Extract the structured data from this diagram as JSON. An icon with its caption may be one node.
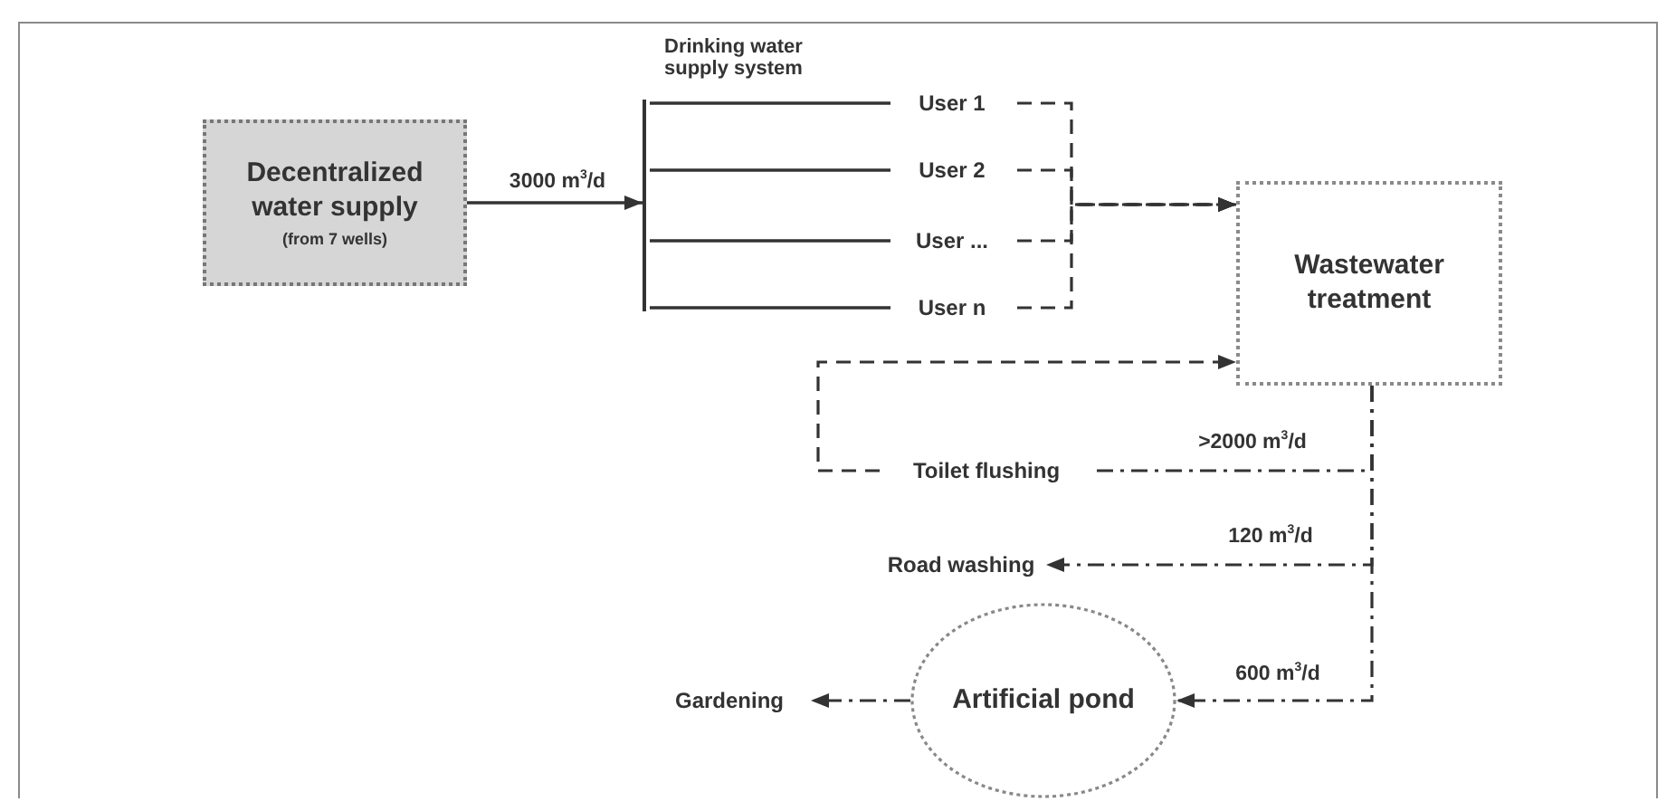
{
  "diagram": {
    "nodes": [
      {
        "text": [
          "Decentralized water supply",
          "(from 7 wells)"
        ]
      },
      {
        "text": [],
        "shape": "bar",
        "beside": [
          "Drinking water supply system"
        ]
      },
      {
        "text": [
          "User 1"
        ]
      },
      {
        "text": [
          "User 2"
        ]
      },
      {
        "text": [
          "User ..."
        ]
      },
      {
        "text": [
          "User n"
        ]
      },
      {
        "text": [
          "Wastewater treatment"
        ]
      },
      {
        "text": [
          "Toilet flushing"
        ]
      },
      {
        "text": [
          "Road washing"
        ]
      },
      {
        "text": [
          "Artificial pond"
        ]
      },
      {
        "text": [
          "Gardening"
        ]
      }
    ],
    "edges": [
      {
        "from": 0,
        "to": 1,
        "arrow": "to",
        "label": "3000 m$^{3}$/d"
      },
      {
        "from": 1,
        "to": 2,
        "arrow": "none"
      },
      {
        "from": 1,
        "to": 3,
        "arrow": "none"
      },
      {
        "from": 1,
        "to": 4,
        "arrow": "none"
      },
      {
        "from": 1,
        "to": 5,
        "arrow": "none"
      },
      {
        "from": 2,
        "to": 6,
        "arrow": "to",
        "style": "dashed"
      },
      {
        "from": 3,
        "to": 6,
        "arrow": "to",
        "style": "dashed"
      },
      {
        "from": 4,
        "to": 6,
        "arrow": "to",
        "style": "dashed"
      },
      {
        "from": 5,
        "to": 6,
        "arrow": "to",
        "style": "dashed"
      },
      {
        "from": 6,
        "to": 7,
        "arrow": "none",
        "style": "dashed",
        "label": ">2000 m$^{3}$/d"
      },
      {
        "from": 7,
        "to": 6,
        "arrow": "to",
        "style": "dashed"
      },
      {
        "from": 6,
        "to": 8,
        "arrow": "to",
        "style": "dashed",
        "label": "120 m$^{3}$/d"
      },
      {
        "from": 6,
        "to": 9,
        "arrow": "to",
        "style": "dashed",
        "label": "600 m$^{3}$/d"
      },
      {
        "from": 9,
        "to": 10,
        "arrow": "to",
        "style": "dashed"
      }
    ]
  }
}
